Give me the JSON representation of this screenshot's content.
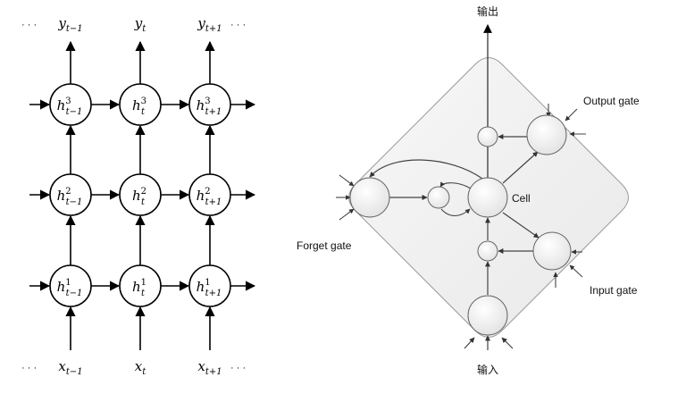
{
  "rnn": {
    "top_labels": [
      "y",
      "y",
      "y"
    ],
    "top_subs": [
      "t−1",
      "t",
      "t+1"
    ],
    "bottom_labels": [
      "x",
      "x",
      "x"
    ],
    "bottom_subs": [
      "t−1",
      "t",
      "t+1"
    ],
    "ellipsis": "· · ·",
    "node_base": "h",
    "layers": [
      "3",
      "2",
      "1"
    ]
  },
  "lstm": {
    "output_label": "输出",
    "input_label": "输入",
    "cell_label": "Cell",
    "forget_gate_label": "Forget gate",
    "output_gate_label": "Output gate",
    "input_gate_label": "Input gate"
  }
}
